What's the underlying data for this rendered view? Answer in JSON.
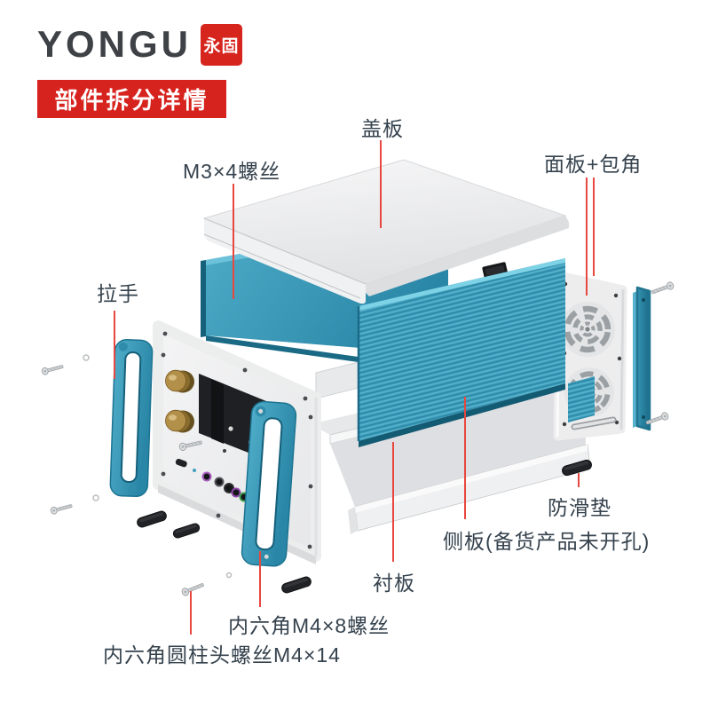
{
  "brand": {
    "logo_text": "YONGU",
    "seal_text": "永固",
    "banner_title": "部件拆分详情"
  },
  "colors": {
    "banner_red": "#D6231E",
    "seal_red": "#D6251D",
    "callout_line_red": "#E8473F",
    "label_text": "#35424D",
    "enclosure_teal": "#3E9EBC",
    "panel_silver": "#EFF0F1",
    "knob_brass": "#B3904A",
    "pad_black": "#212225"
  },
  "callouts": [
    {
      "id": "cover-plate",
      "text": "盖板"
    },
    {
      "id": "m3x4-screw",
      "text": "M3×4螺丝"
    },
    {
      "id": "front-panel-corner",
      "text": "面板+包角"
    },
    {
      "id": "pull-handle",
      "text": "拉手"
    },
    {
      "id": "anti-slip-pad",
      "text": "防滑垫"
    },
    {
      "id": "side-panel",
      "text": "侧板(备货产品未开孔)"
    },
    {
      "id": "liner-plate",
      "text": "衬板"
    },
    {
      "id": "hex-m4x8-screw",
      "text": "内六角M4×8螺丝"
    },
    {
      "id": "hex-cyl-m4x14-screw",
      "text": "内六角圆柱头螺丝M4×14"
    }
  ]
}
